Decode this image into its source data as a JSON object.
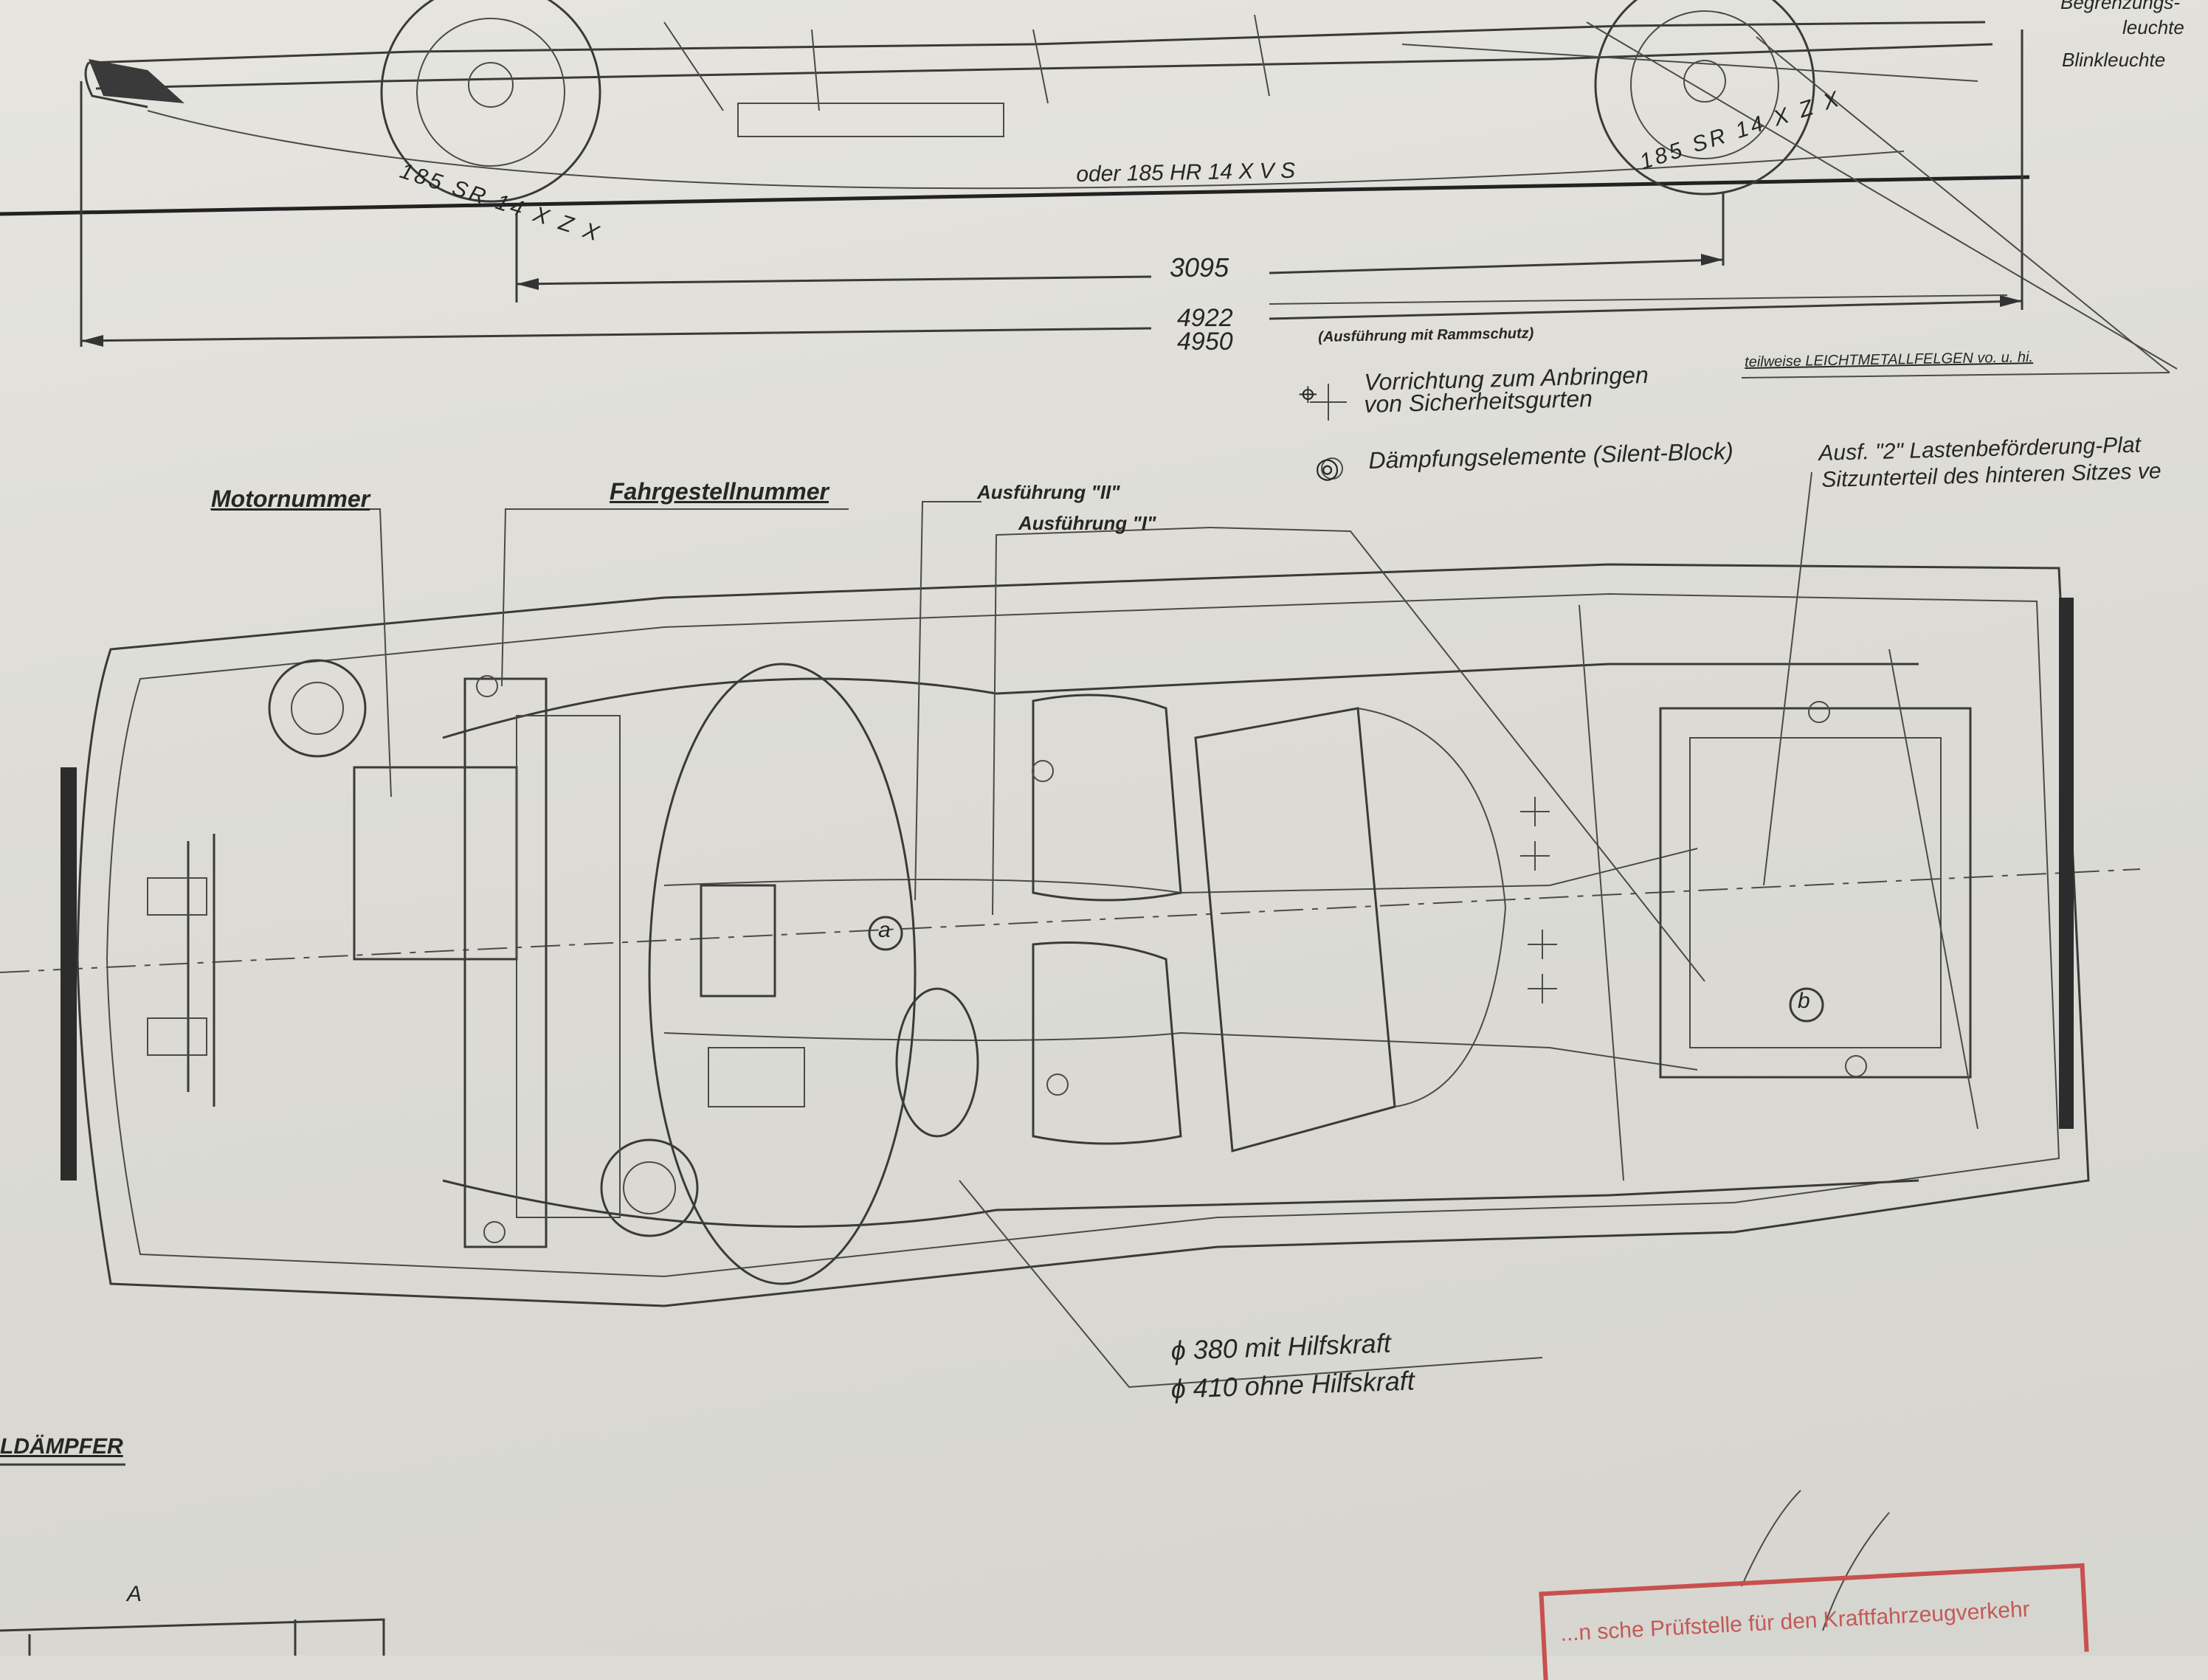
{
  "labels": {
    "begrenzung": "Begrenzungs-",
    "leuchte": "leuchte",
    "blinkleuchte": "Blinkleuchte",
    "tire_front": "185 SR 14 X Z X",
    "tire_rear": "185 SR 14 X Z X",
    "tire_alt": "oder   185 HR 14 X V S",
    "dim_wheelbase": "3095",
    "dim_length_1": "4922",
    "dim_length_2": "4950",
    "ausfuehrung_rammschutz": "(Ausführung mit Rammschutz)",
    "leichtmetallfelgen": "teilweise LEICHTMETALLFELGEN vo. u. hi.",
    "sicherheitsgurte_1": "Vorrichtung zum Anbringen",
    "sicherheitsgurte_2": "von Sicherheitsgurten",
    "daempfung": "Dämpfungselemente (Silent-Block)",
    "lasten_1": "Ausf. \"2\"  Lastenbeförderung-Plat",
    "lasten_2": "Sitzunterteil des hinteren Sitzes ve",
    "motornummer": "Motornummer",
    "fahrgestellnummer": "Fahrgestellnummer",
    "ausfuehrung_II": "Ausführung \"II\"",
    "ausfuehrung_I": "Ausführung \"I\"",
    "wheel_380": "ɸ 380  mit Hilfskraft",
    "wheel_410": "ɸ 410 ohne Hilfskraft",
    "daempfer": "LDÄMPFER",
    "section_a": "A",
    "marker_a": "a",
    "marker_b": "b"
  },
  "stamp": {
    "text": "...n sche Prüfstelle für den Kraftfahrzeugverkehr",
    "color": "#c8504f"
  }
}
